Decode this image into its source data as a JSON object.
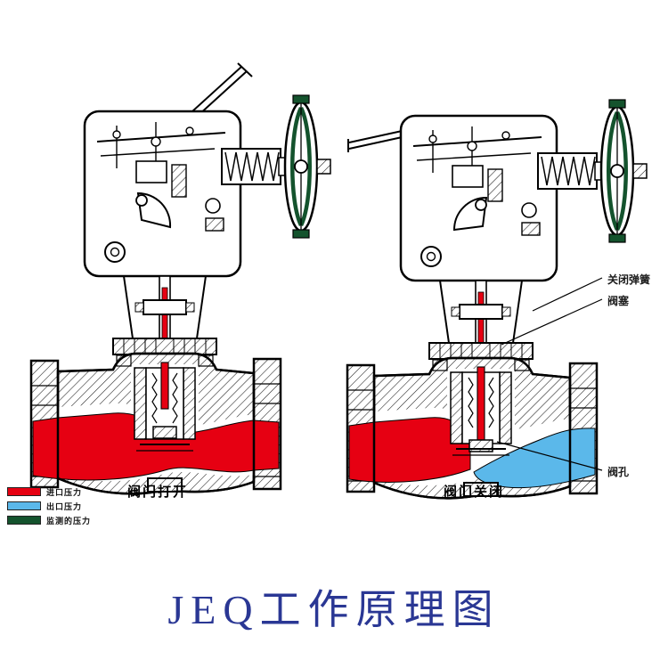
{
  "title": {
    "text": "JEQ工作原理图",
    "color": "#2a3794"
  },
  "diagrams": [
    {
      "caption": "阀门打开"
    },
    {
      "caption": "阀门关闭"
    }
  ],
  "annotations": [
    {
      "label": "关闭弹簧"
    },
    {
      "label": "阀塞"
    },
    {
      "label": "阀孔"
    }
  ],
  "legend": [
    {
      "label": "进口压力",
      "color": "#e60012"
    },
    {
      "label": "出口压力",
      "color": "#5bb8ea"
    },
    {
      "label": "监测的压力",
      "color": "#14532d"
    }
  ],
  "colors": {
    "inlet_flow": "#e60012",
    "outlet_flow": "#5bb8ea",
    "monitored_pressure": "#14532d",
    "line": "#000000",
    "title": "#2a3794",
    "background": "#ffffff"
  }
}
